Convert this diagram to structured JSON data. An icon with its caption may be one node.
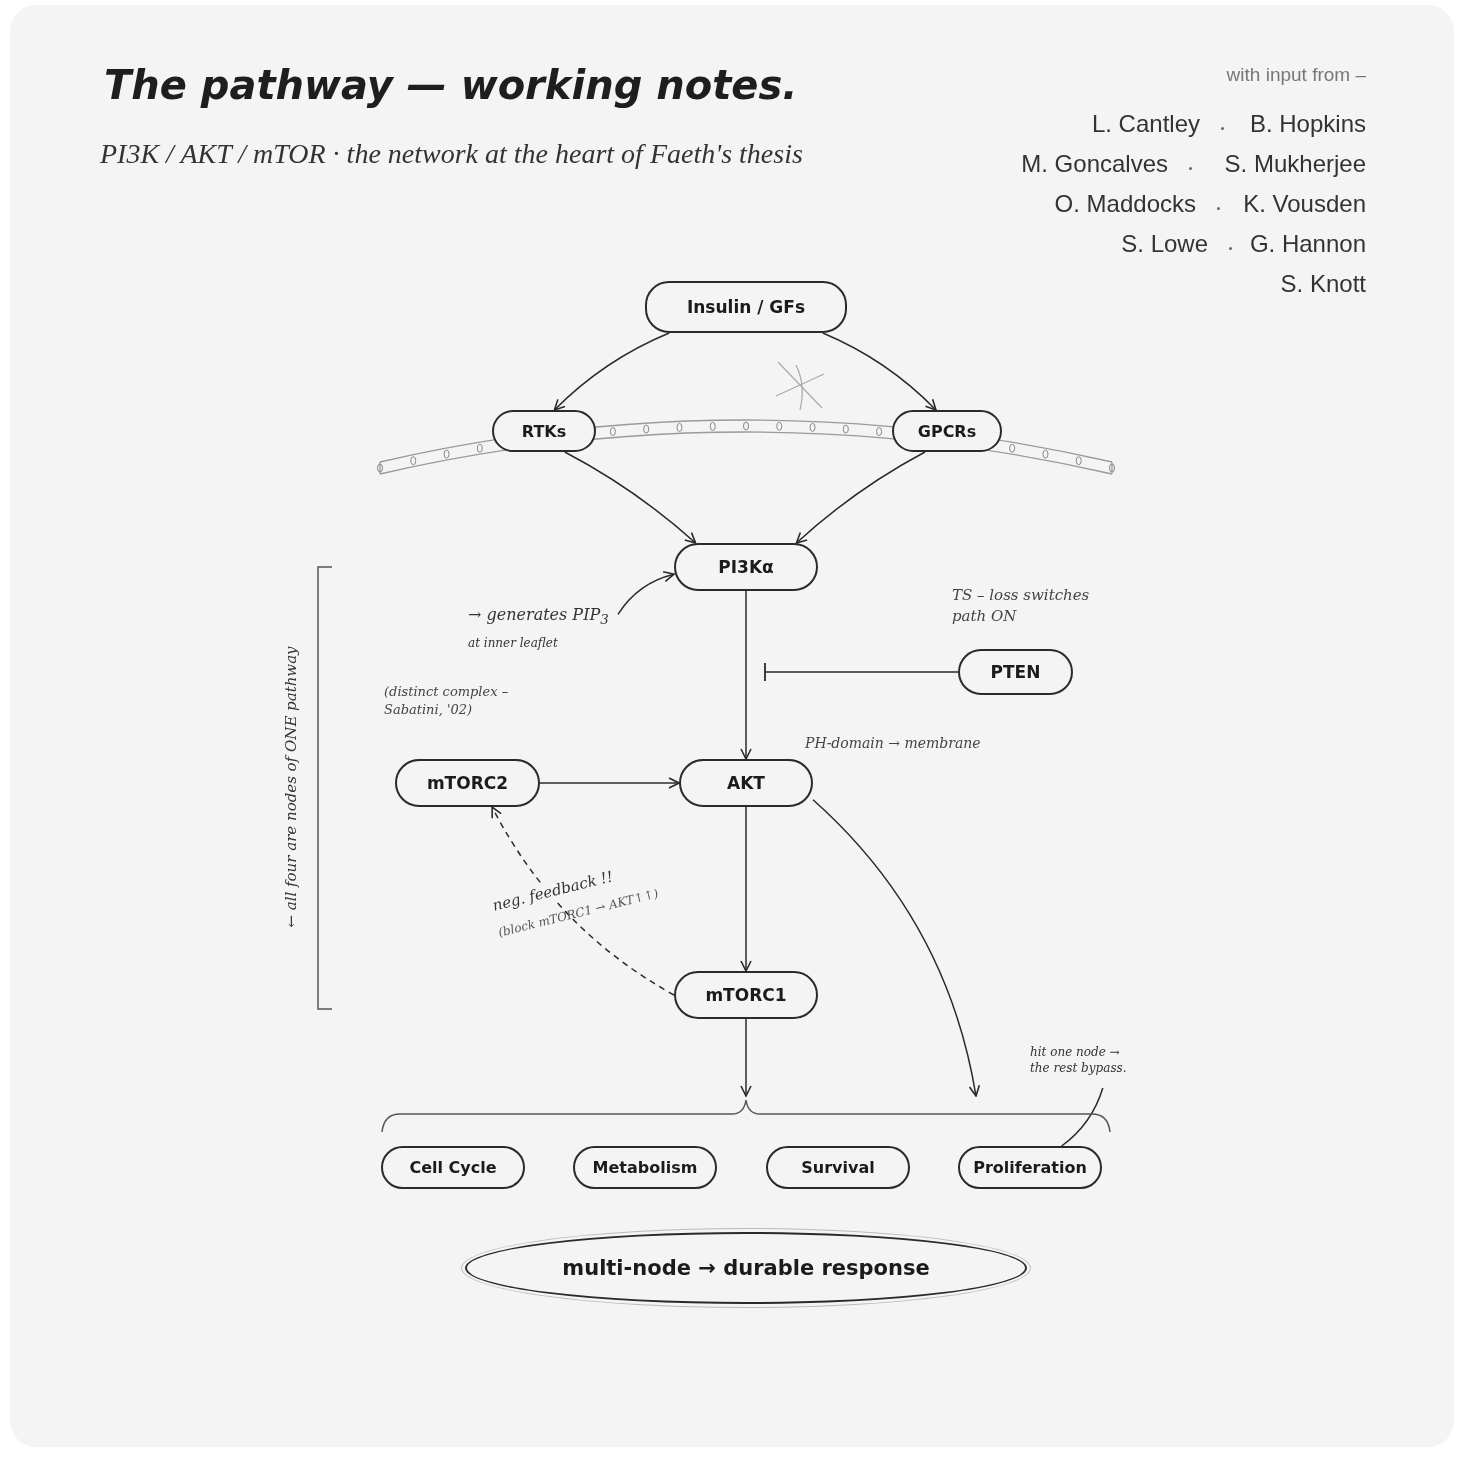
{
  "diagram": {
    "title": "The pathway — working notes.",
    "nodes": [
      {
        "text": [
          "Insulin / GFs"
        ]
      },
      {
        "text": [
          "RTKs"
        ]
      },
      {
        "text": [
          "GPCRs"
        ]
      },
      {
        "text": [
          "PI3Kα"
        ]
      },
      {
        "text": [
          "PTEN"
        ],
        "beside": [
          "TS – loss switches path ON"
        ]
      },
      {
        "text": [
          "mTORC2"
        ],
        "beside": [
          "(distinct complex – Sabatini, '02)"
        ]
      },
      {
        "text": [
          "AKT"
        ],
        "beside": [
          "PH-domain → membrane"
        ]
      },
      {
        "text": [
          "mTORC1"
        ]
      },
      {
        "text": [
          "Cell Cycle"
        ]
      },
      {
        "text": [
          "Metabolism"
        ]
      },
      {
        "text": [
          "Survival"
        ]
      },
      {
        "text": [
          "Proliferation"
        ]
      },
      {
        "text": [
          "multi-node → durable response"
        ]
      },
      {
        "text": [
          "→ generates PIP$_{3}$",
          "at inner leaflet"
        ]
      },
      {
        "text": [
          "hit one node → the rest bypass."
        ]
      },
      {
        "text": [],
        "shape": "bracket"
      }
    ],
    "edges": [
      {
        "from": 0,
        "to": 1,
        "arrow": "to"
      },
      {
        "from": 0,
        "to": 2,
        "arrow": "to"
      },
      {
        "from": 1,
        "to": 3,
        "arrow": "to"
      },
      {
        "from": 2,
        "to": 3,
        "arrow": "to"
      },
      {
        "from": 3,
        "to": 6,
        "arrow": "to"
      },
      {
        "from": 4,
        "to": null,
        "arrow": "other"
      },
      {
        "from": 5,
        "to": 6,
        "arrow": "to"
      },
      {
        "from": 6,
        "to": 7,
        "arrow": "to"
      },
      {
        "from": 7,
        "to": 5,
        "arrow": "to",
        "style": "dashed",
        "label": "neg. feedback !!"
      },
      {
        "from": 7,
        "to": 15,
        "arrow": "to"
      },
      {
        "from": 6,
        "to": 15,
        "arrow": "to"
      },
      {
        "from": 13,
        "to": 3,
        "arrow": "to"
      },
      {
        "from": 14,
        "to": 11,
        "arrow": "none"
      }
    ],
    "labels": [
      "PI3K / AKT / mTOR · the network at the heart of Faeth's thesis",
      "with input from –",
      "L. Cantley",
      "B. Hopkins",
      "M. Goncalves",
      "S. Mukherjee",
      "O. Maddocks",
      "K. Vousden",
      "S. Lowe",
      "G. Hannon",
      "S. Knott",
      "← all four are nodes of ONE pathway",
      "(block mTORC1 → AKT↑↑)"
    ]
  }
}
